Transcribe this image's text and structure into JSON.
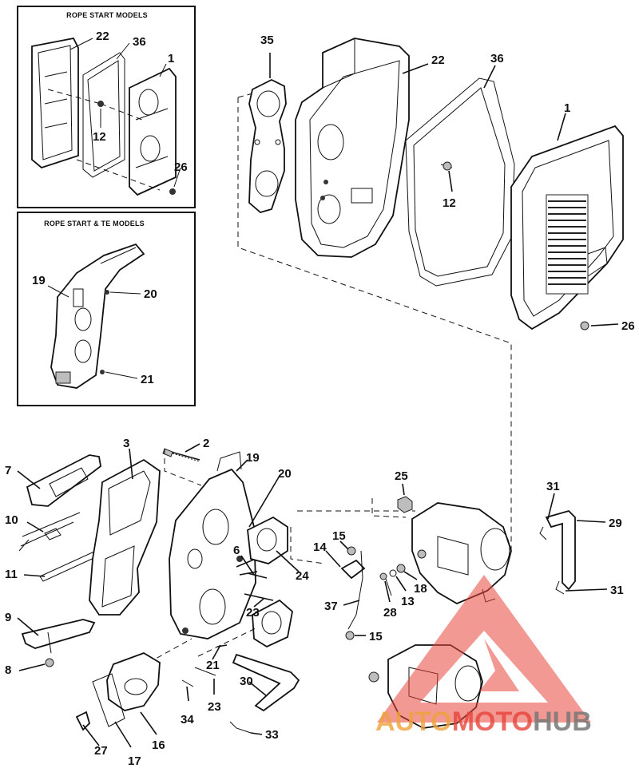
{
  "insets": {
    "rope_start": {
      "title": "ROPE START MODELS",
      "labels": [
        "22",
        "36",
        "1",
        "12",
        "26"
      ]
    },
    "rope_start_te": {
      "title": "ROPE START & TE MODELS",
      "labels": [
        "19",
        "20",
        "21"
      ]
    }
  },
  "callouts": {
    "c35": "35",
    "c22": "22",
    "c36": "36",
    "c1": "1",
    "c12": "12",
    "c26": "26",
    "c2": "2",
    "c3": "3",
    "c19": "19",
    "c7": "7",
    "c20": "20",
    "c10": "10",
    "c6": "6",
    "c11": "11",
    "c24": "24",
    "c23a": "23",
    "c9": "9",
    "c21": "21",
    "c8": "8",
    "c30": "30",
    "c23b": "23",
    "c34": "34",
    "c27": "27",
    "c17": "17",
    "c16": "16",
    "c33": "33",
    "c25": "25",
    "c15a": "15",
    "c14": "14",
    "c18": "18",
    "c13": "13",
    "c28": "28",
    "c37": "37",
    "c15b": "15",
    "c31a": "31",
    "c29": "29",
    "c31b": "31"
  },
  "watermark": {
    "part1": "AUTO",
    "part2": "MOTO",
    "part3": "HUB"
  }
}
